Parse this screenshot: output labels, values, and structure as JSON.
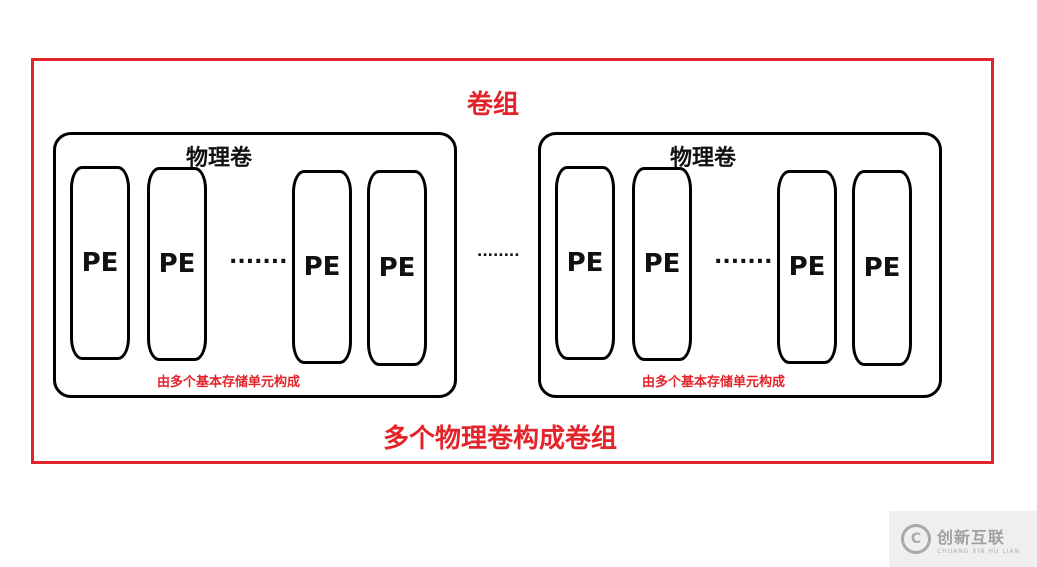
{
  "volume_group": {
    "title": "卷组",
    "caption": "多个物理卷构成卷组",
    "between_dots": "........"
  },
  "physical_volumes": [
    {
      "title": "物理卷",
      "pe_labels": [
        "PE",
        "PE",
        "PE",
        "PE"
      ],
      "dots": ".......",
      "caption": "由多个基本存储单元构成"
    },
    {
      "title": "物理卷",
      "pe_labels": [
        "PE",
        "PE",
        "PE",
        "PE"
      ],
      "dots": ".......",
      "caption": "由多个基本存储单元构成"
    }
  ],
  "colors": {
    "accent": "#e3242b",
    "stroke": "#000000"
  },
  "watermark": {
    "logo_icon": "logo-icon",
    "logo_glyph": "C",
    "main": "创新互联",
    "sub": "CHUANG XIN HU LIAN"
  }
}
